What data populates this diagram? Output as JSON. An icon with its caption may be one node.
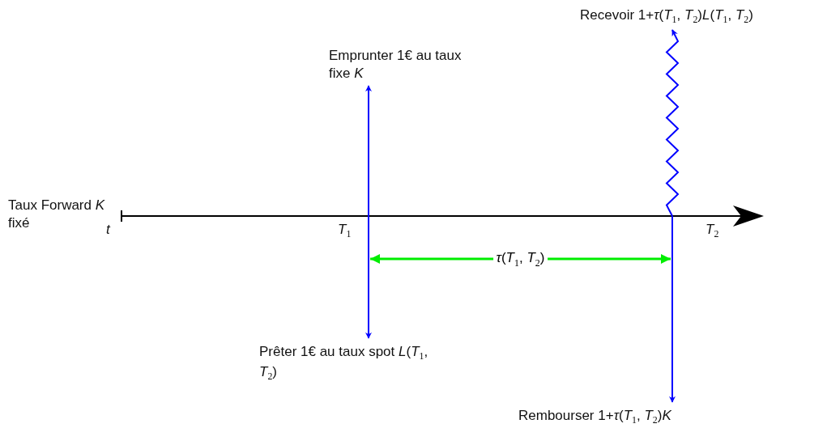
{
  "diagram": {
    "nodes": [
      {
        "text": [
          "Emprunter 1€ au taux fixe *K*"
        ]
      },
      {
        "text": [
          "Prêter 1€ au taux spot *L*(*T*$_{1}$, *T*$_{2}$)"
        ]
      },
      {
        "text": [
          "Recevoir 1+*τ*(*T*$_{1}$, *T*$_{2}$)*L*(*T*$_{1}$, *T*$_{2}$)"
        ]
      },
      {
        "text": [
          "Rembourser 1+*τ*(*T*$_{1}$, *T*$_{2}$)*K*"
        ]
      }
    ],
    "edges": [
      {
        "from": null,
        "to": 0,
        "arrow": "to"
      },
      {
        "from": null,
        "to": 1,
        "arrow": "to"
      },
      {
        "from": null,
        "to": 2,
        "arrow": "to"
      },
      {
        "from": null,
        "to": 3,
        "arrow": "to"
      }
    ],
    "labels": [
      "Taux Forward *K* fixé",
      "*t*",
      "*T*$_{1}$",
      "*T*$_{2}$",
      "*τ*(*T*$_{1}$, *T*$_{2}$)"
    ]
  }
}
